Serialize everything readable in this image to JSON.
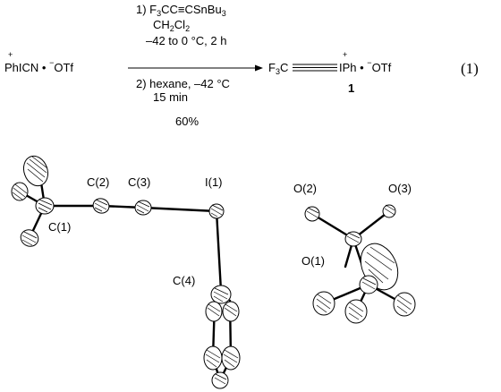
{
  "scheme": {
    "reactant": {
      "text": "PhICN • ",
      "counterion": "OTf",
      "plus": "+",
      "minus": "−"
    },
    "condition_1": {
      "label": "1) F",
      "sub3": "3",
      "reagent_mid": "CC≡CSnBu",
      "line2_a": "CH",
      "sub2": "2",
      "line2_b": "Cl",
      "line3": "–42 to 0 °C, 2 h"
    },
    "condition_2": {
      "line1": "2) hexane, –42 °C",
      "line2": "15 min"
    },
    "yield": "60%",
    "product": {
      "cf3_a": "F",
      "cf3_sub": "3",
      "cf3_b": "C",
      "iph": "IPh • ",
      "counterion": "OTf",
      "plus": "+",
      "minus": "−",
      "label": "1"
    },
    "equation_number": "(1)"
  },
  "structure_labels": {
    "c1": "C(1)",
    "c2": "C(2)",
    "c3": "C(3)",
    "i1": "I(1)",
    "c4": "C(4)",
    "o1": "O(1)",
    "o2": "O(2)",
    "o3": "O(3)"
  }
}
